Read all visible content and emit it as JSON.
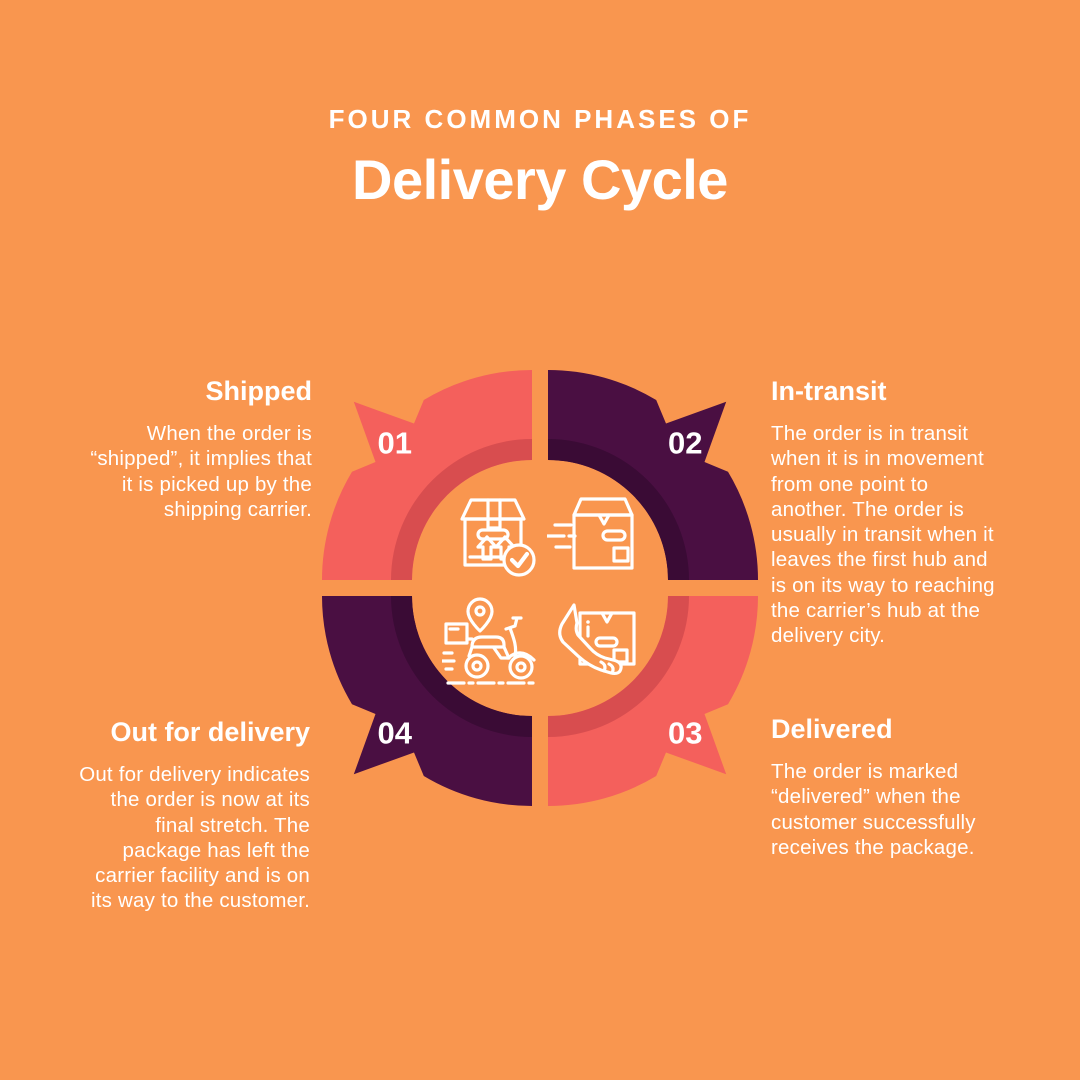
{
  "header": {
    "kicker": "FOUR COMMON PHASES OF",
    "title": "Delivery Cycle"
  },
  "diagram": {
    "colors": {
      "background": "#F9964F",
      "coral": "#F4605C",
      "coral_shade": "#D84D4F",
      "purple": "#4A0F42",
      "purple_shade": "#3A0B35",
      "number_text": "#FFFFFF"
    },
    "segments": [
      {
        "number": "01",
        "label": "Shipped",
        "start": 270,
        "end": 360,
        "fill": "coral"
      },
      {
        "number": "02",
        "label": "In-transit",
        "start": 0,
        "end": 90,
        "fill": "purple"
      },
      {
        "number": "03",
        "label": "Delivered",
        "start": 90,
        "end": 180,
        "fill": "coral"
      },
      {
        "number": "04",
        "label": "Out for delivery",
        "start": 180,
        "end": 270,
        "fill": "purple"
      }
    ],
    "icons": [
      "shipped-package-check-icon",
      "in-transit-speeding-package-icon",
      "delivery-scooter-location-icon",
      "delivered-hand-package-icon"
    ]
  },
  "phases": [
    {
      "heading": "Shipped",
      "body_lines": [
        "When the order is",
        "“shipped”, it implies that",
        "it is picked up by the",
        "shipping carrier."
      ]
    },
    {
      "heading": "In-transit",
      "body_lines": [
        "The order is in transit",
        "when it is in movement",
        "from one point to",
        "another. The order is",
        "usually in transit when it",
        "leaves the first hub and",
        "is on its way to reaching",
        "the carrier’s hub at the",
        "delivery city."
      ]
    },
    {
      "heading": "Out for delivery",
      "body_lines": [
        "Out for delivery indicates",
        "the order is now at its",
        "final stretch. The",
        "package has left the",
        "carrier facility and is on",
        "its way to the customer."
      ]
    },
    {
      "heading": "Delivered",
      "body_lines": [
        "The order is marked",
        "“delivered” when the",
        "customer successfully",
        "receives the package."
      ]
    }
  ]
}
